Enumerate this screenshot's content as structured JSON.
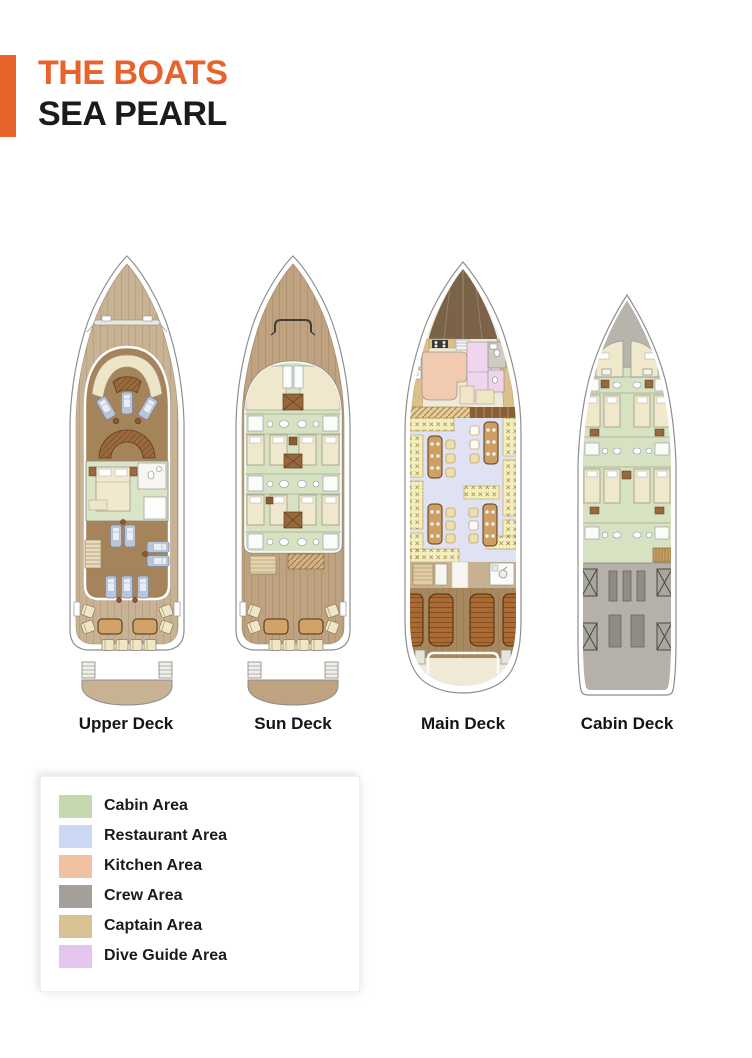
{
  "header": {
    "title_line1": "THE BOATS",
    "title_line2": "SEA PEARL",
    "accent_color": "#E8622C",
    "title_color_1": "#E8622C",
    "title_color_2": "#1B1B1B"
  },
  "decks": [
    {
      "label": "Upper Deck"
    },
    {
      "label": "Sun Deck"
    },
    {
      "label": "Main Deck"
    },
    {
      "label": "Cabin Deck"
    }
  ],
  "legend": {
    "items": [
      {
        "label": "Cabin Area",
        "color": "#c6d8ae"
      },
      {
        "label": "Restaurant Area",
        "color": "#cbd7f3"
      },
      {
        "label": "Kitchen Area",
        "color": "#f1c2a2"
      },
      {
        "label": "Crew Area",
        "color": "#a4a099"
      },
      {
        "label": "Captain Area",
        "color": "#d8c193"
      },
      {
        "label": "Dive Guide Area",
        "color": "#e3c5ee"
      }
    ]
  }
}
